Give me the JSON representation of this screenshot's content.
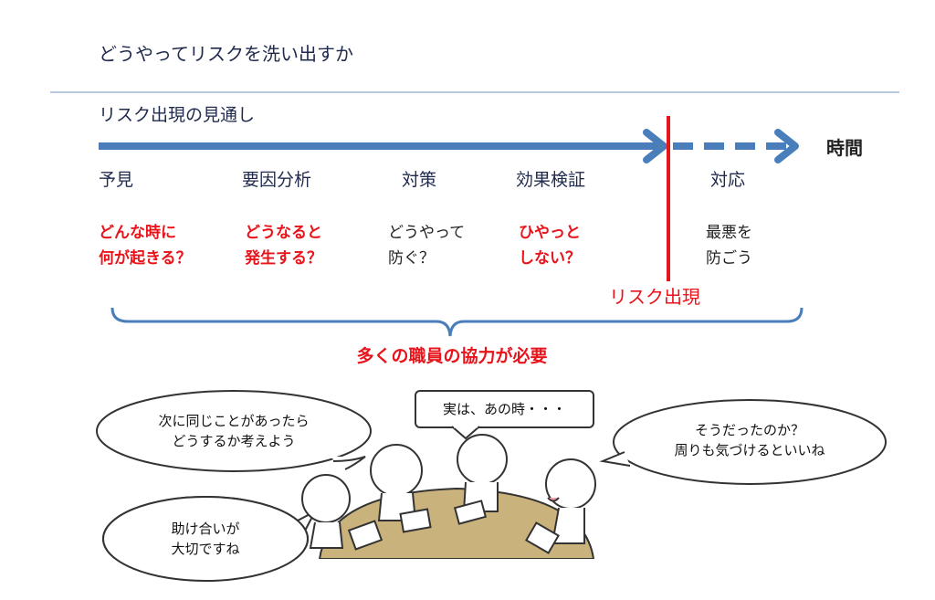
{
  "title": "どうやってリスクを洗い出すか",
  "subtitle": "リスク出現の見通し",
  "time_label": "時間",
  "risk_emergence_label": "リスク出現",
  "stages": [
    {
      "label": "予見",
      "desc": [
        "どんな時に",
        "何が起きる？"
      ],
      "desc_color": "red"
    },
    {
      "label": "要因分析",
      "desc": [
        "どうなると",
        "発生する？"
      ],
      "desc_color": "red"
    },
    {
      "label": "対策",
      "desc": [
        "どうやって",
        "防ぐ？"
      ],
      "desc_color": "dark"
    },
    {
      "label": "効果検証",
      "desc": [
        "ひやっと",
        "しない？"
      ],
      "desc_color": "red"
    },
    {
      "label": "対応",
      "desc": [
        "最悪を",
        "防ごう"
      ],
      "desc_color": "dark"
    }
  ],
  "cooperation_label": "多くの職員の協力が必要",
  "bubbles": {
    "top_left": [
      "次に同じことがあったら",
      "どうするか考えよう"
    ],
    "top_center": [
      "実は、あの時・・・"
    ],
    "right": [
      "そうだったのか？",
      "周りも気づけるといいね"
    ],
    "bottom_left": [
      "助け合いが",
      "大切ですね"
    ]
  },
  "colors": {
    "arrow": "#4a7ebb",
    "red": "#e8141b",
    "navy": "#1f2a4d",
    "table": "#c9b27c"
  }
}
